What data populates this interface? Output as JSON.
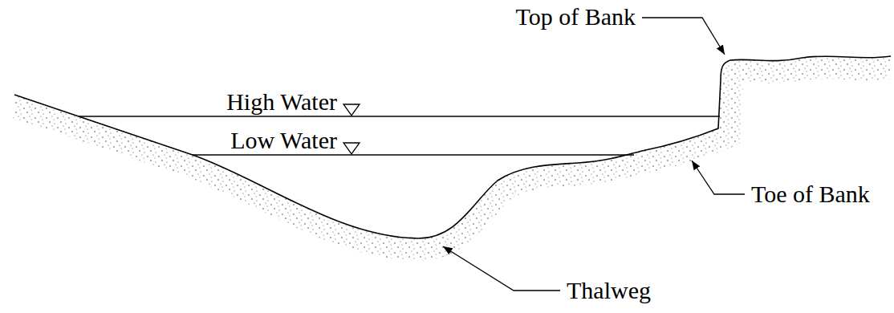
{
  "diagram": {
    "labels": [
      "Top of Bank",
      "High Water",
      "Low Water",
      "Toe of Bank",
      "Thalweg"
    ]
  }
}
